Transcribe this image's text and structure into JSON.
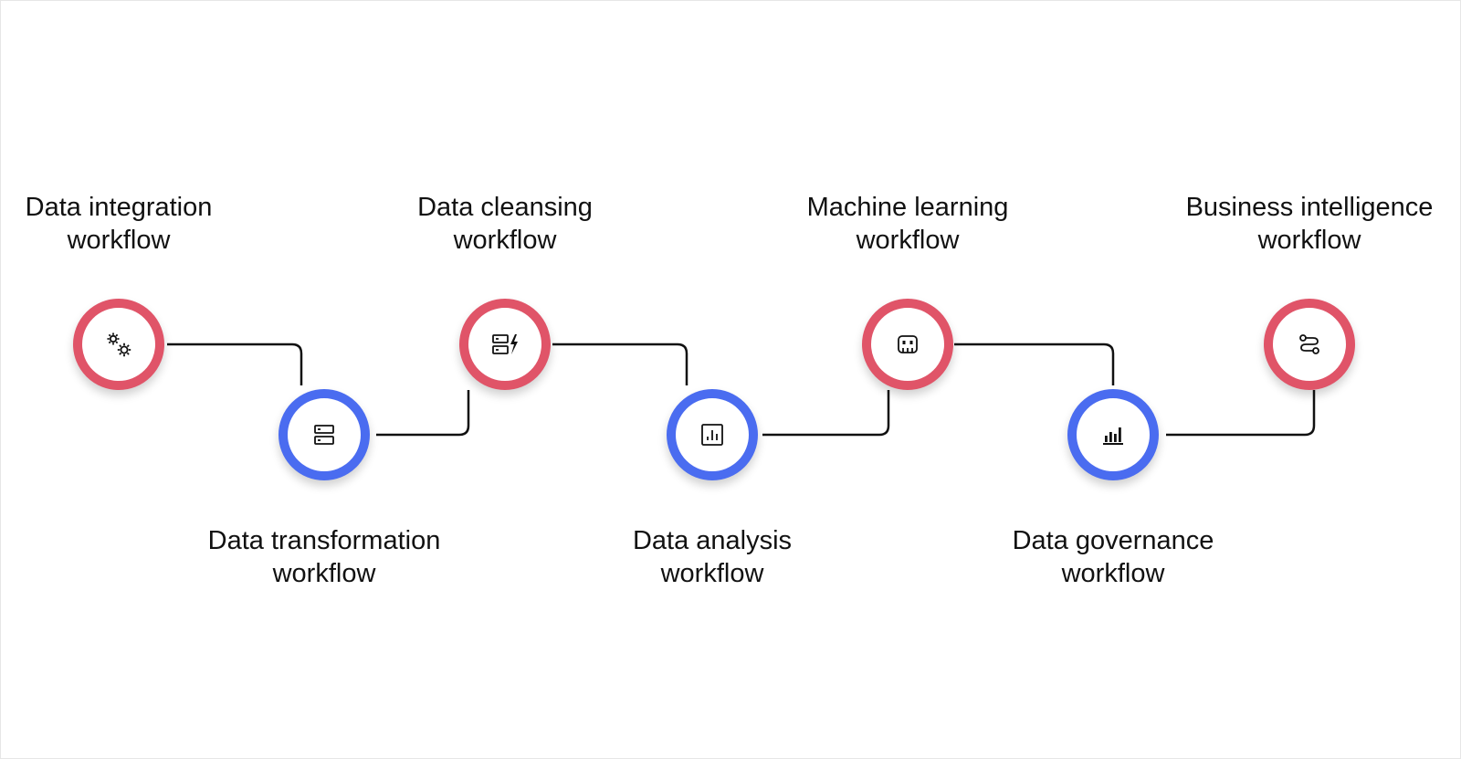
{
  "colors": {
    "top_ring": "#e05468",
    "bottom_ring": "#4a6cf0",
    "connector": "#111111",
    "text": "#111111",
    "icon": "#111111"
  },
  "steps": [
    {
      "line1": "Data integration",
      "line2": "workflow",
      "icon": "gears-icon",
      "ring": "red",
      "position": "top"
    },
    {
      "line1": "Data transformation",
      "line2": "workflow",
      "icon": "server-icon",
      "ring": "blue",
      "position": "bottom"
    },
    {
      "line1": "Data cleansing",
      "line2": "workflow",
      "icon": "server-bolt-icon",
      "ring": "red",
      "position": "top"
    },
    {
      "line1": "Data analysis",
      "line2": "workflow",
      "icon": "chart-box-icon",
      "ring": "blue",
      "position": "bottom"
    },
    {
      "line1": "Machine learning",
      "line2": "workflow",
      "icon": "robot-icon",
      "ring": "red",
      "position": "top"
    },
    {
      "line1": "Data governance",
      "line2": "workflow",
      "icon": "bar-chart-icon",
      "ring": "blue",
      "position": "bottom"
    },
    {
      "line1": "Business intelligence",
      "line2": "workflow",
      "icon": "route-icon",
      "ring": "red",
      "position": "top"
    }
  ]
}
